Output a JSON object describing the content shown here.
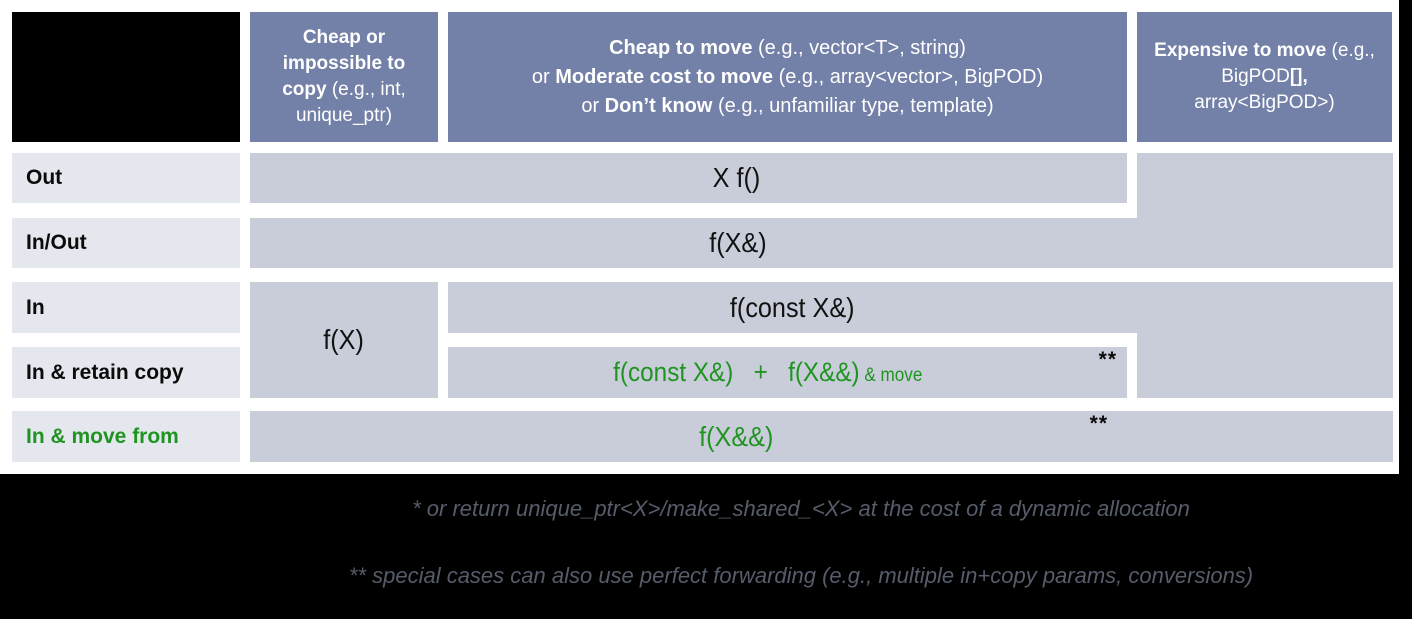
{
  "colors": {
    "page_bg": "#ffffff",
    "black": "#000000",
    "header_bg": "#7380a7",
    "header_text": "#ffffff",
    "cell_bg": "#c9cdd9",
    "label_bg": "#e4e7ed",
    "green": "#1f9421",
    "footnote_text": "#565c6a"
  },
  "headers": {
    "col1": [
      {
        "t": "Cheap or impossible to copy",
        "b": true
      },
      {
        "t": " (e.g., int, unique_ptr)"
      }
    ],
    "col2_lines": [
      [
        {
          "t": "Cheap to move",
          "b": true
        },
        {
          "t": " (e.g., vector<T>, string)"
        }
      ],
      [
        {
          "t": "or "
        },
        {
          "t": "Moderate cost to move",
          "b": true
        },
        {
          "t": " (e.g., array<vector>, BigPOD)"
        }
      ],
      [
        {
          "t": "or "
        },
        {
          "t": "Don’t know",
          "b": true
        },
        {
          "t": " (e.g., unfamiliar type, template)"
        }
      ]
    ],
    "col3": [
      {
        "t": "Expensive to move",
        "b": true
      },
      {
        "t": " (e.g., BigPOD"
      },
      {
        "t": "[],",
        "b": true
      },
      {
        "t": " array<BigPOD>)"
      }
    ]
  },
  "row_labels": [
    {
      "label": "Out"
    },
    {
      "label": "In/Out"
    },
    {
      "label": "In"
    },
    {
      "label": "In & retain copy"
    },
    {
      "label": "In & move from"
    }
  ],
  "cells": {
    "out": "X f()",
    "inout": "f(X&)",
    "in_cheap_copy": "f(X)",
    "in_const_ref": "f(const X&)",
    "retain_segments": [
      {
        "t": "f(const X&)"
      },
      {
        "t": "   +   "
      },
      {
        "t": "f(X&&)"
      },
      {
        "t": " & move",
        "s": true
      }
    ],
    "retain_marker": "**",
    "move": "f(X&&)",
    "move_marker": "**"
  },
  "footnotes": [
    "* or return unique_ptr<X>/make_shared_<X> at the cost of a dynamic allocation",
    "** special cases can also use perfect forwarding (e.g., multiple in+copy params, conversions)"
  ]
}
